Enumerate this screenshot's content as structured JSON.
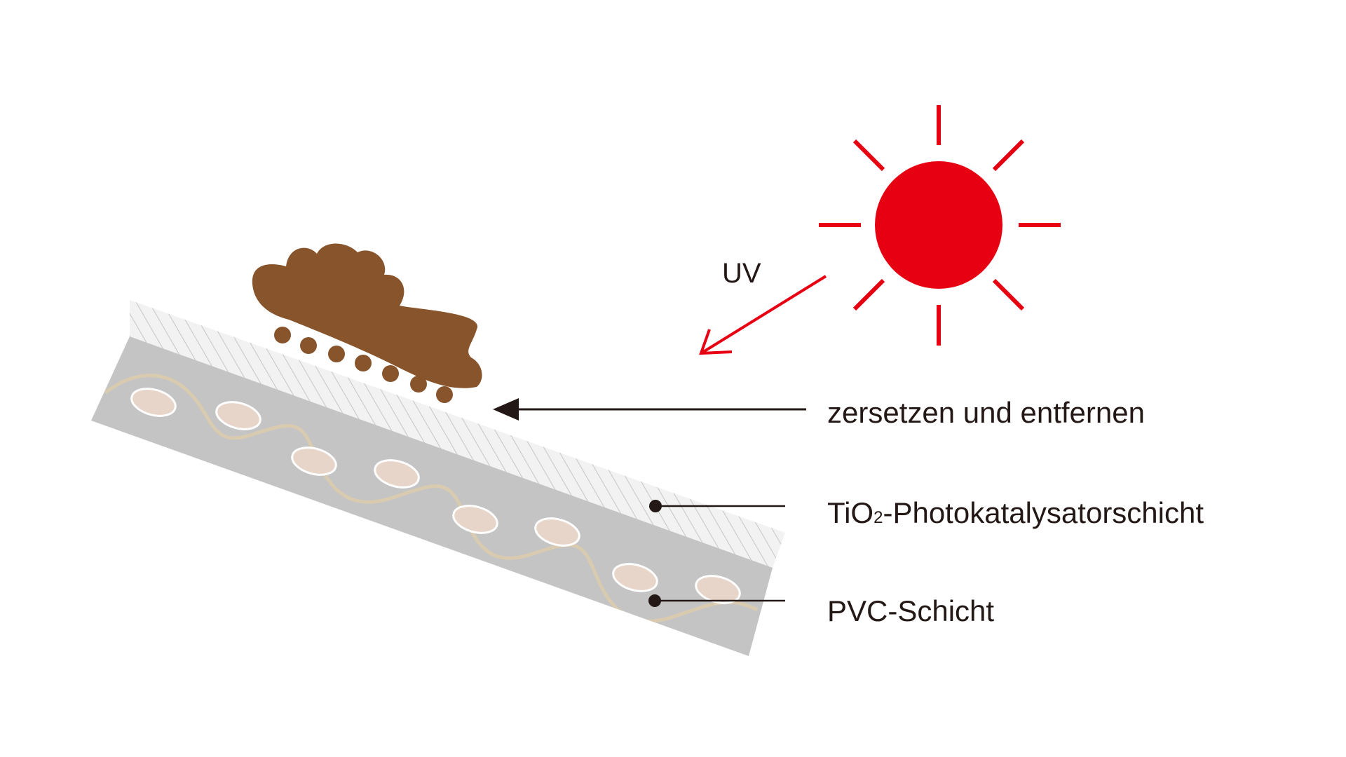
{
  "labels": {
    "uv": "UV",
    "decompose": "zersetzen und entfernen",
    "tio2_prefix": "TiO",
    "tio2_subscript": "2",
    "tio2_suffix": "-Photokatalysatorschicht",
    "pvc": "PVC-Schicht"
  },
  "colors": {
    "sun": "#e60012",
    "dirt": "#87542b",
    "pvc_layer": "#c4c4c4",
    "coating_hatch": "#c9c9c9",
    "fiber": "#d9cbb0",
    "particle": "#e8d5c9",
    "leader_line": "#231815"
  },
  "icons": {
    "sun": "sun-icon",
    "uv_arrow": "arrow-down-left-icon",
    "decompose_arrow": "arrow-left-icon"
  }
}
